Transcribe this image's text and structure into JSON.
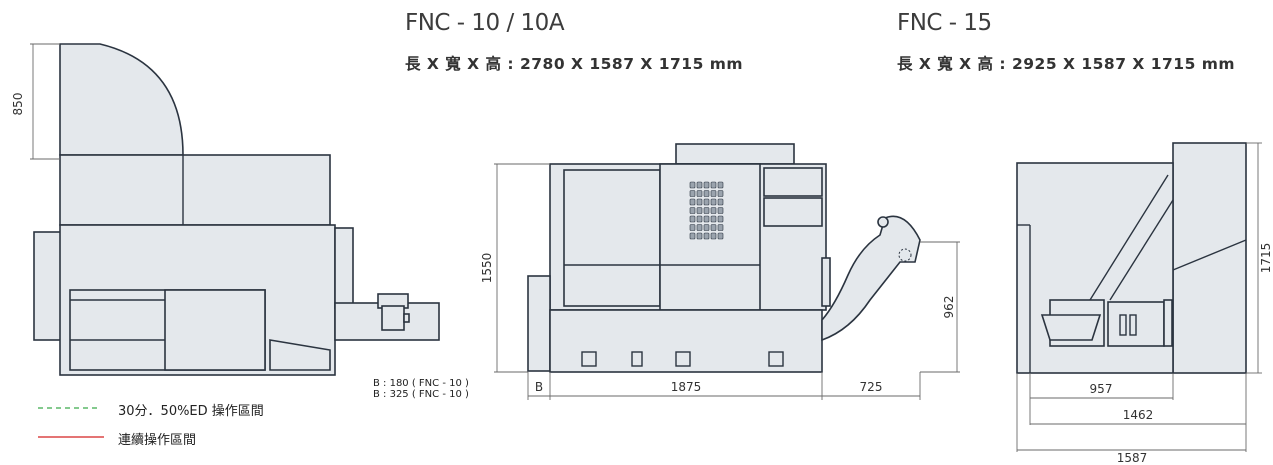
{
  "models": [
    {
      "name": "FNC - 10 / 10A",
      "dims": "長 X 寬 X 高 : 2780 X 1587 X 1715 mm"
    },
    {
      "name": "FNC - 15",
      "dims": "長 X 寬 X 高 : 2925 X 1587 X 1715 mm"
    }
  ],
  "top_view": {
    "dim_850": "850"
  },
  "front_view": {
    "dim_1550": "1550",
    "dim_962": "962",
    "dim_b": "B",
    "dim_1875": "1875",
    "dim_725": "725"
  },
  "side_view": {
    "dim_1715": "1715",
    "dim_957": "957",
    "dim_1462": "1462",
    "dim_1587": "1587"
  },
  "b_notes": [
    "B : 180 ( FNC - 10 )",
    "B : 325 ( FNC - 10 )"
  ],
  "legend": [
    {
      "label": "30分．50%ED 操作區間",
      "color": "#3aaa4a",
      "style": "dashed"
    },
    {
      "label": "連續操作區間",
      "color": "#d42020",
      "style": "solid"
    }
  ],
  "colors": {
    "fill": "#e4e8ec",
    "stroke": "#2b3440",
    "dim": "#6a6a6a"
  }
}
